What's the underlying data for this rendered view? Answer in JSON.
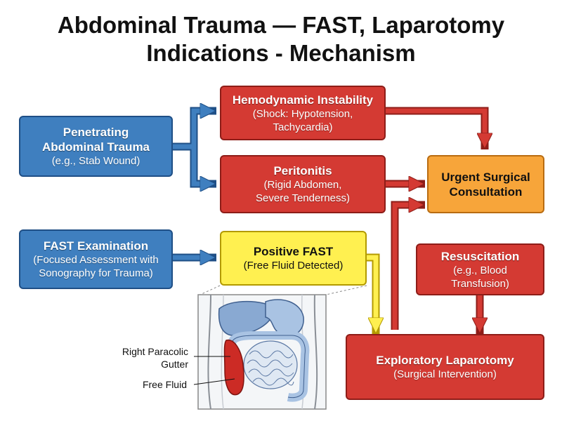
{
  "title": {
    "line1": "Abdominal Trauma — FAST, Laparotomy",
    "line2": "Indications - Mechanism"
  },
  "nodes": {
    "penetrating": {
      "title": [
        "Penetrating",
        "Abdominal Trauma"
      ],
      "subtitle": "(e.g., Stab Wound)"
    },
    "hemodynamic": {
      "title": "Hemodynamic Instability",
      "subtitle": [
        "(Shock: Hypotension,",
        "Tachycardia)"
      ]
    },
    "peritonitis": {
      "title": "Peritonitis",
      "subtitle": [
        "(Rigid Abdomen,",
        "Severe Tenderness)"
      ]
    },
    "urgent": {
      "title": [
        "Urgent Surgical",
        "Consultation"
      ]
    },
    "fast_exam": {
      "title": "FAST Examination",
      "subtitle": [
        "(Focused Assessment with",
        "Sonography for Trauma)"
      ]
    },
    "positive_fast": {
      "title": "Positive FAST",
      "subtitle": "(Free Fluid Detected)"
    },
    "resuscitation": {
      "title": "Resuscitation",
      "subtitle": [
        "(e.g., Blood",
        "Transfusion)"
      ]
    },
    "laparotomy": {
      "title": "Exploratory Laparotomy",
      "subtitle": "(Surgical Intervention)"
    }
  },
  "illustration": {
    "labels": {
      "gutter": [
        "Right Paracolic",
        "Gutter"
      ],
      "fluid": "Free Fluid"
    }
  },
  "colors": {
    "blue": "#3f7fbf",
    "red": "#d43a33",
    "yellow": "#fff050",
    "orange": "#f7a53a"
  }
}
